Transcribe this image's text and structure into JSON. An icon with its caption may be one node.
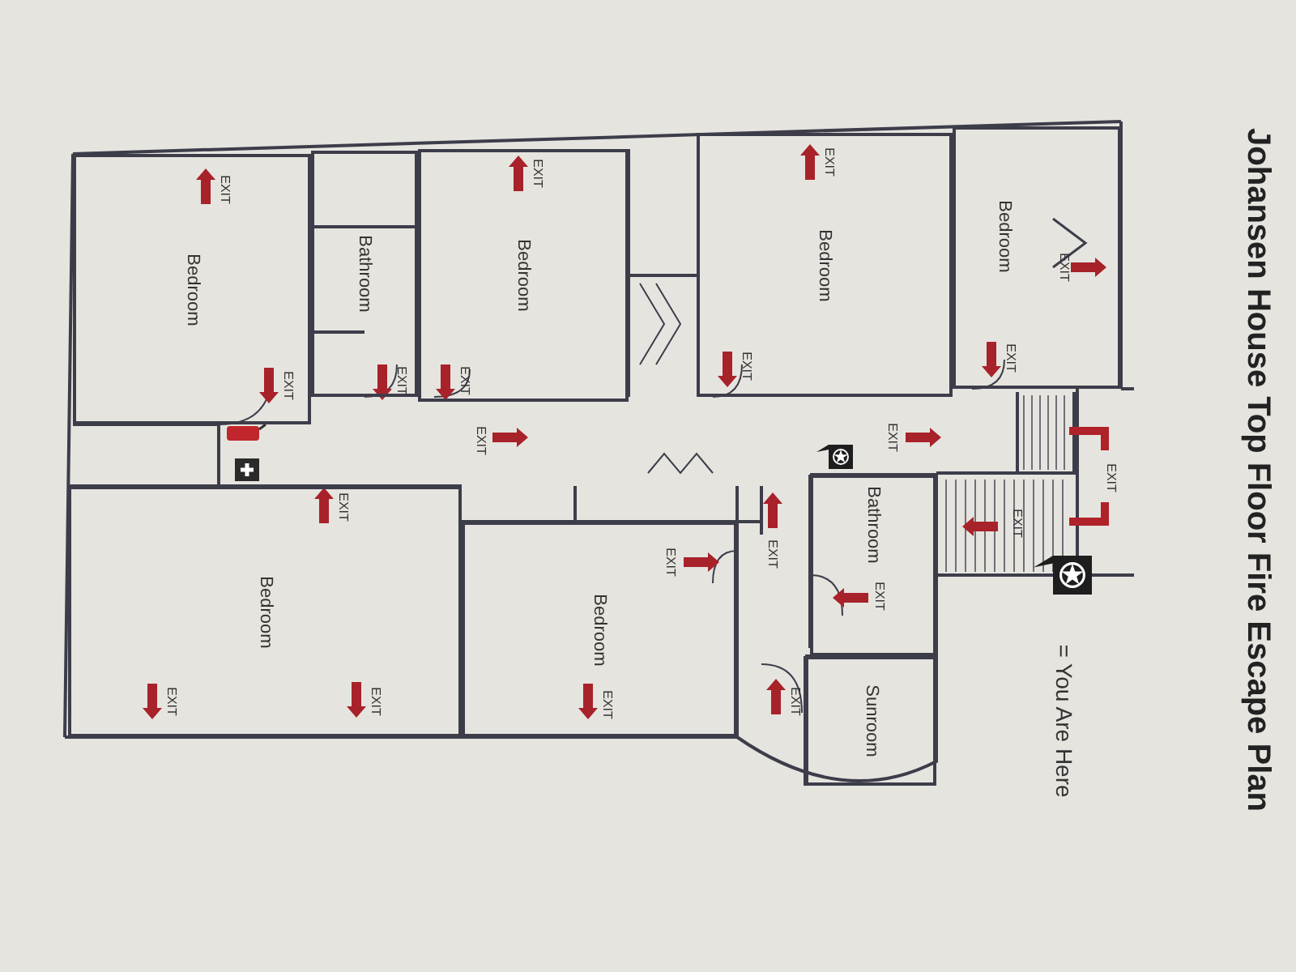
{
  "diagram": {
    "title": "Johansen House Top Floor Fire Escape Plan",
    "nodes": [
      {
        "text": [
          "Bedroom"
        ]
      },
      {
        "text": [
          "Bathroom"
        ]
      },
      {
        "text": [
          "Bedroom"
        ]
      },
      {
        "text": [
          "Bedroom"
        ]
      },
      {
        "text": [
          "Bedroom"
        ]
      },
      {
        "text": [
          "Bedroom"
        ]
      },
      {
        "text": [
          "Bedroom"
        ]
      },
      {
        "text": [
          "Bathroom"
        ]
      },
      {
        "text": [
          "Sunroom"
        ]
      }
    ],
    "labels": [
      "EXIT",
      "EXIT",
      "EXIT",
      "EXIT",
      "EXIT",
      "EXIT",
      "EXIT",
      "EXIT",
      "EXIT",
      "EXIT",
      "EXIT",
      "EXIT",
      "EXIT",
      "EXIT",
      "EXIT",
      "EXIT",
      "EXIT",
      "EXIT",
      "EXIT",
      "EXIT",
      "EXIT"
    ],
    "legend": [
      {
        "text": "= You Are Here"
      }
    ]
  }
}
